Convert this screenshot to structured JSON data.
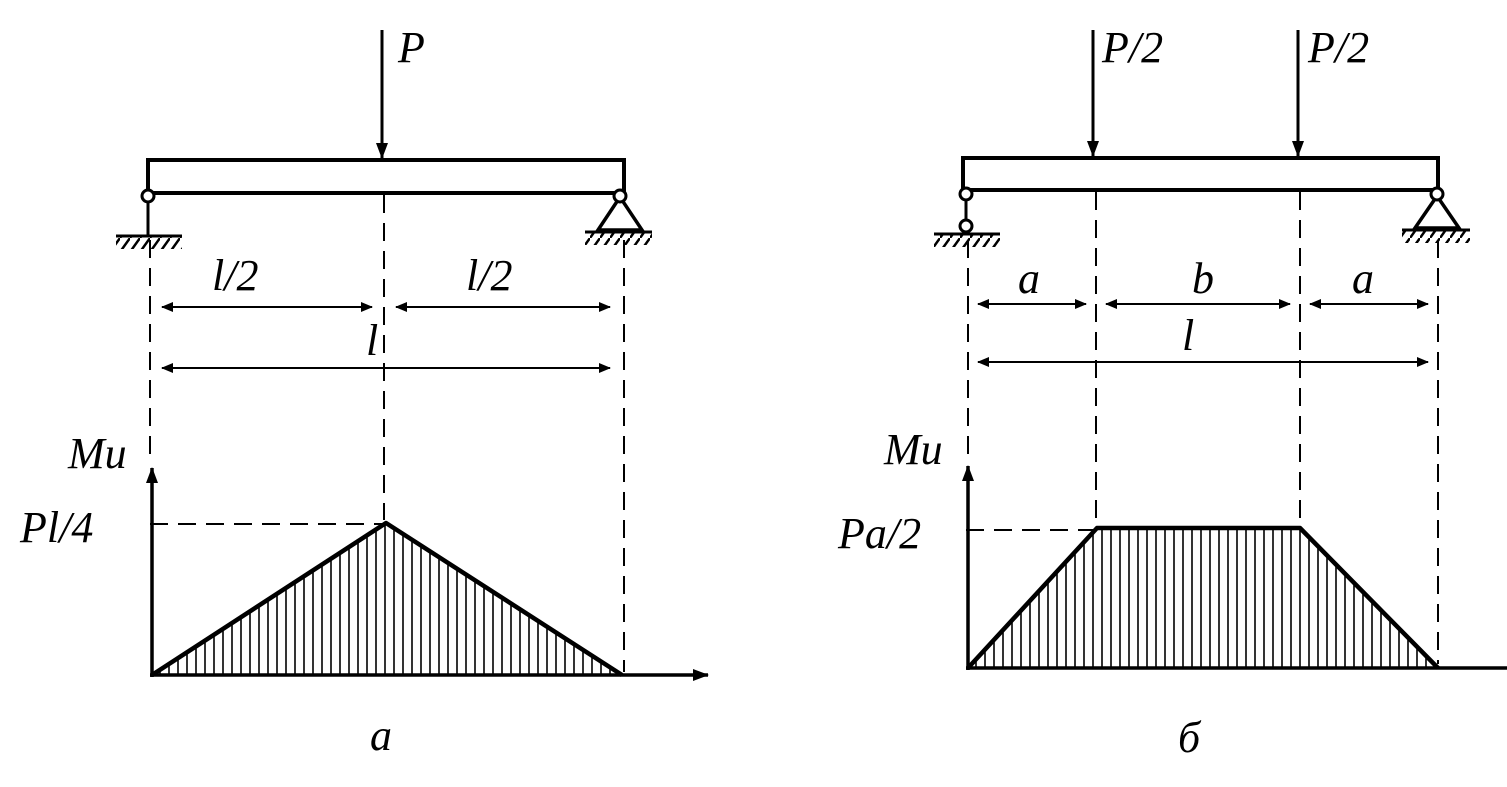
{
  "colors": {
    "ink": "#000000",
    "background": "#ffffff"
  },
  "panel_a": {
    "force_label": "P",
    "span_half_left": "l/2",
    "span_half_right": "l/2",
    "span_total": "l",
    "moment_axis_label": "Mи",
    "peak_value_label": "Pl/4",
    "caption": "а"
  },
  "panel_b": {
    "force_left_label": "P/2",
    "force_right_label": "P/2",
    "span_left": "a",
    "span_middle": "b",
    "span_right": "a",
    "span_total": "l",
    "moment_axis_label": "Mи",
    "plateau_value_label": "Pa/2",
    "caption": "б"
  }
}
